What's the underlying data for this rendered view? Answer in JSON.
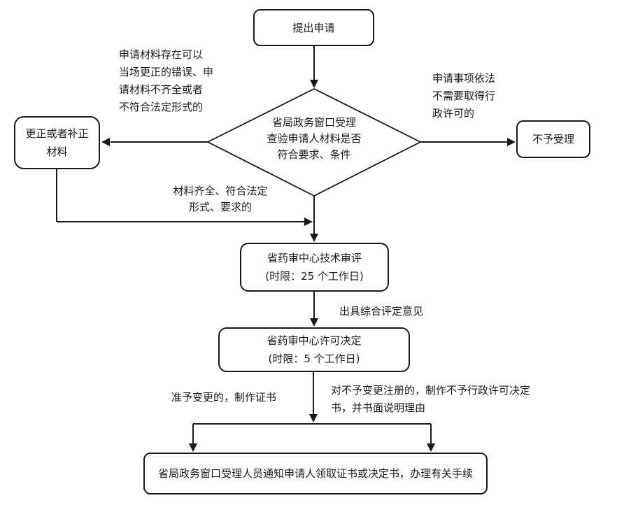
{
  "flowchart": {
    "nodes": {
      "start": {
        "label": "提出申请"
      },
      "decision": {
        "line1": "省局政务窗口受理",
        "line2": "查验申请人材料是否",
        "line3": "符合要求、条件"
      },
      "correct": {
        "line1": "更正或者补正",
        "line2": "材料"
      },
      "reject": {
        "label": "不予受理"
      },
      "review": {
        "line1": "省药审中心技术审评",
        "line2": "(时限：25 个工作日)"
      },
      "permit": {
        "line1": "省药审中心许可决定",
        "line2": "(时限：5 个工作日)"
      },
      "notify": {
        "label": "省局政务窗口受理人员通知申请人领取证书或决定书，办理有关手续"
      }
    },
    "labels": {
      "correctable": {
        "line1": "申请材料存在可以",
        "line2": "当场更正的错误、申",
        "line3": "请材料不齐全或者",
        "line4": "不符合法定形式的"
      },
      "no_permit_needed": {
        "line1": "申请事项依法",
        "line2": "不需要取得行",
        "line3": "政许可的"
      },
      "qualified": {
        "line1": "材料齐全、符合法定",
        "line2": "形式、要求的"
      },
      "review_opinion": "出具综合评定意见",
      "approved": "准予变更的，制作证书",
      "denied": {
        "line1": "对不予变更注册的，制作不予行政许可决定",
        "line2": "书，并书面说明理由"
      }
    },
    "colors": {
      "stroke": "#1a1a1a",
      "fill": "#ffffff",
      "text": "#1a1a1a"
    }
  }
}
